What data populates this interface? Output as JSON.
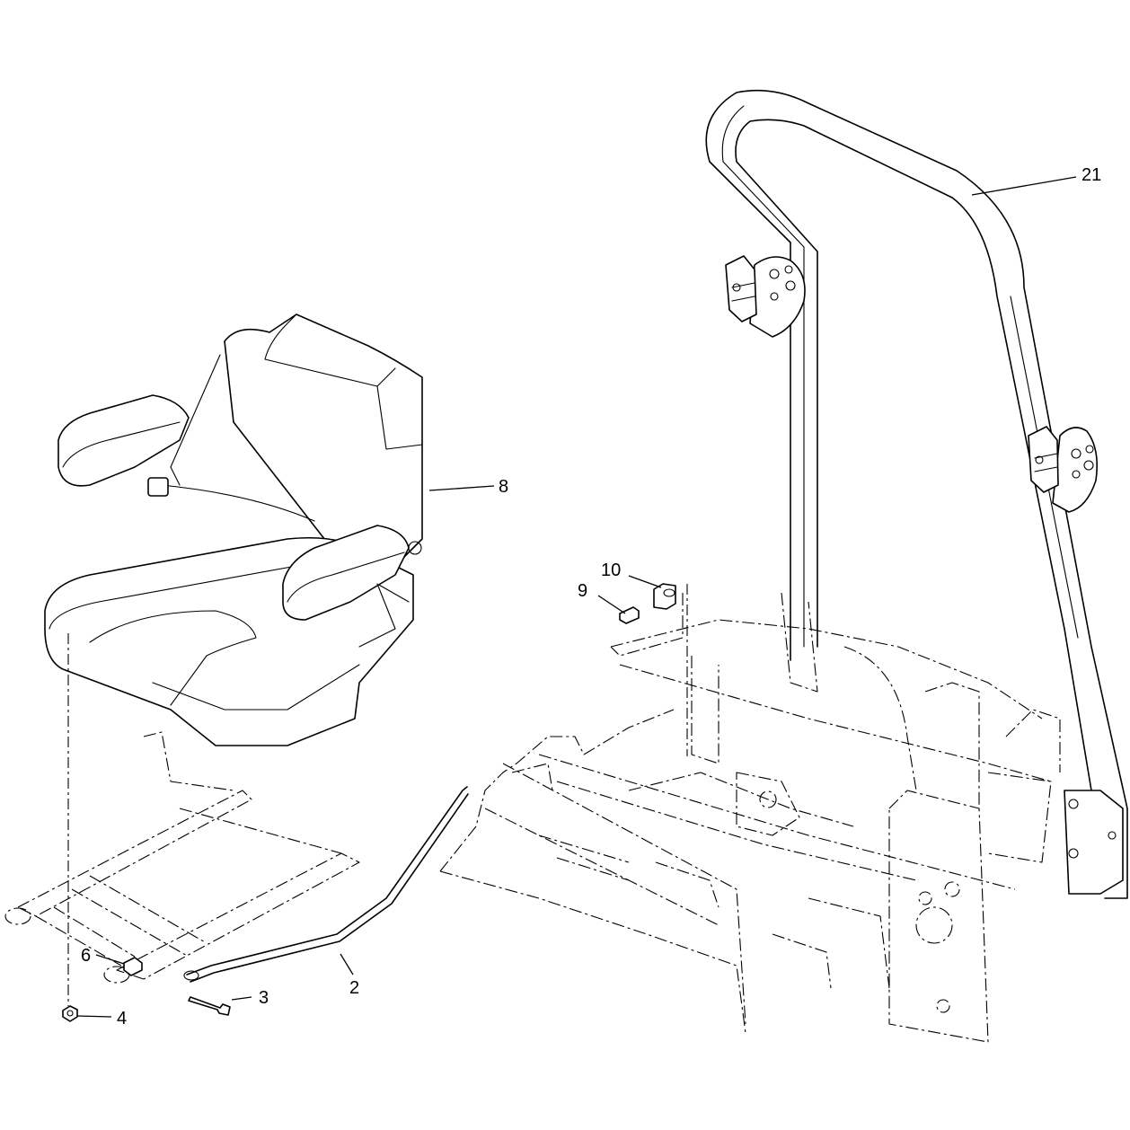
{
  "diagram": {
    "callouts": [
      {
        "id": "21",
        "text": "21"
      },
      {
        "id": "8",
        "text": "8"
      },
      {
        "id": "10",
        "text": "10"
      },
      {
        "id": "9",
        "text": "9"
      },
      {
        "id": "6",
        "text": "6"
      },
      {
        "id": "2",
        "text": "2"
      },
      {
        "id": "3",
        "text": "3"
      },
      {
        "id": "4",
        "text": "4"
      }
    ],
    "parts": {
      "rollbar": "roll-bar",
      "seat": "seat-assembly",
      "seat_base": "seat-base-frame",
      "rod": "seat-latch-rod",
      "chassis": "chassis-frame",
      "stud_bushing": "bushing",
      "stud_bolt": "bolt",
      "nut": "nut",
      "spacer": "spacer",
      "pin_bolt": "bolt"
    },
    "colors": {
      "line": "#000000",
      "background": "#ffffff"
    }
  }
}
